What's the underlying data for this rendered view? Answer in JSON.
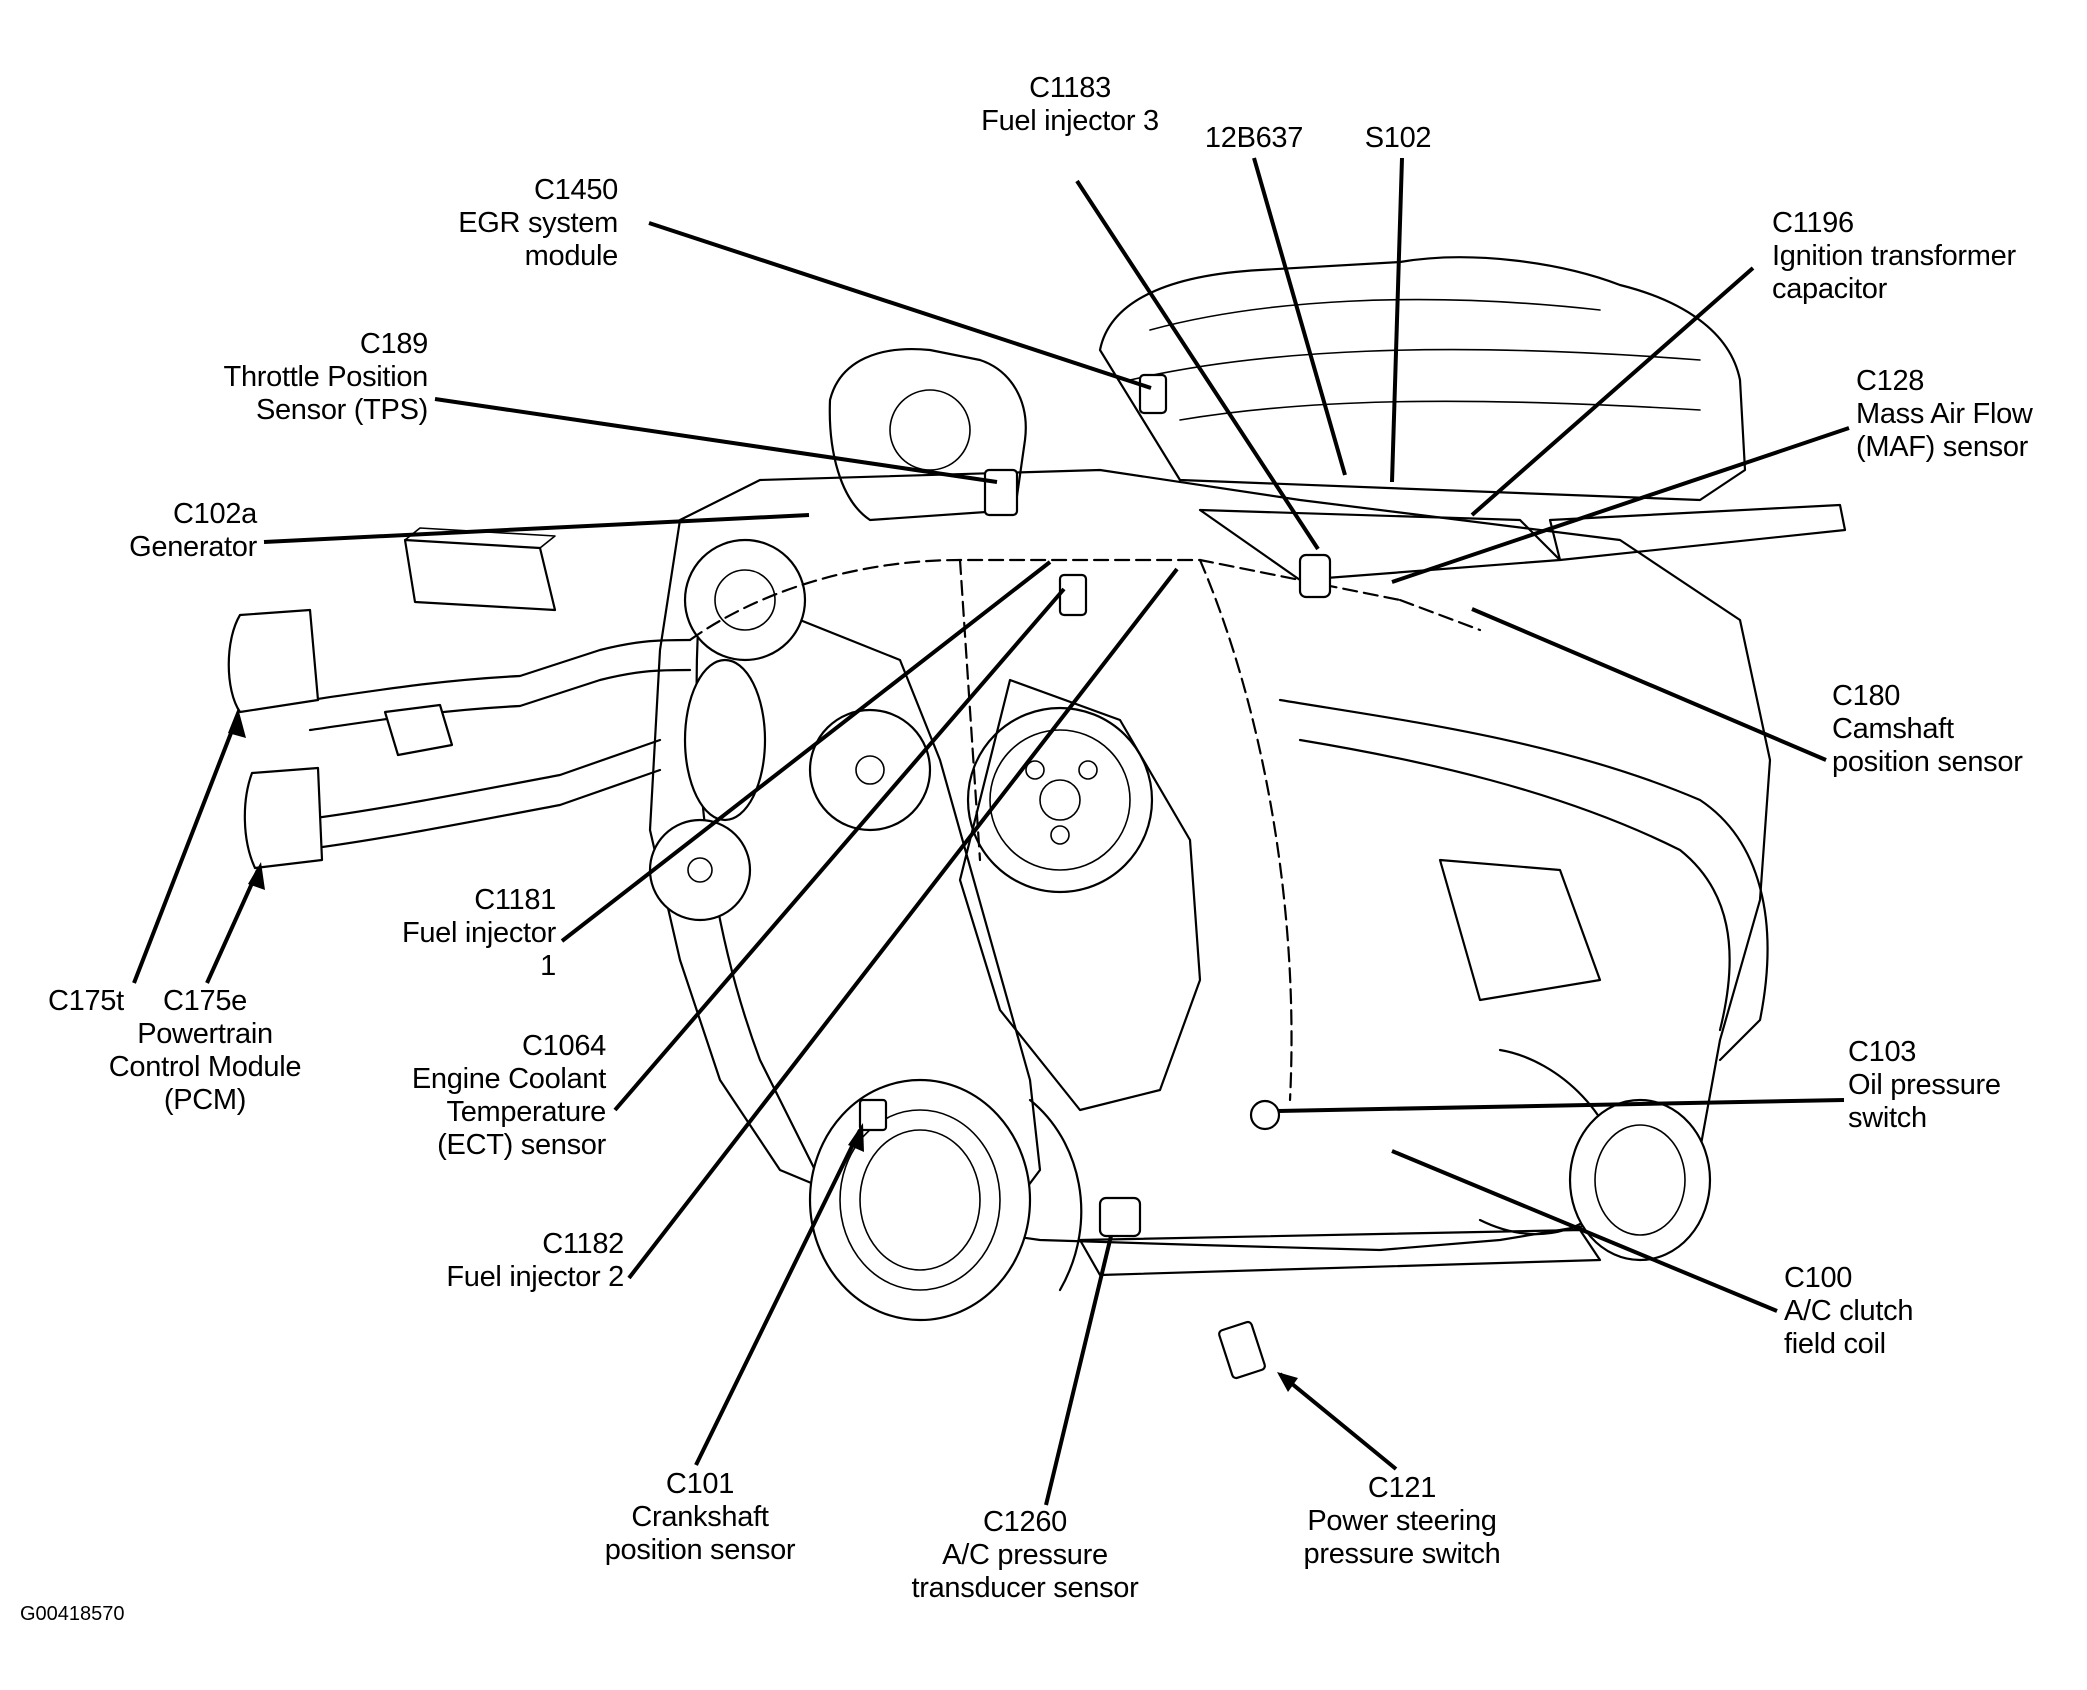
{
  "figure_id": "G00418570",
  "callouts": {
    "c1183": {
      "code": "C1183",
      "lines": [
        "Fuel injector 3"
      ]
    },
    "c12b637": {
      "code": "12B637",
      "lines": []
    },
    "s102": {
      "code": "S102",
      "lines": []
    },
    "c1450": {
      "code": "C1450",
      "lines": [
        "EGR system",
        "module"
      ]
    },
    "c1196": {
      "code": "C1196",
      "lines": [
        "Ignition transformer",
        "capacitor"
      ]
    },
    "c189": {
      "code": "C189",
      "lines": [
        "Throttle Position",
        "Sensor (TPS)"
      ]
    },
    "c128": {
      "code": "C128",
      "lines": [
        "Mass Air Flow",
        "(MAF) sensor"
      ]
    },
    "c102a": {
      "code": "C102a",
      "lines": [
        "Generator"
      ]
    },
    "c180": {
      "code": "C180",
      "lines": [
        "Camshaft",
        "position sensor"
      ]
    },
    "c1181": {
      "code": "C1181",
      "lines": [
        "Fuel injector",
        "1"
      ]
    },
    "c1064": {
      "code": "C1064",
      "lines": [
        "Engine Coolant",
        "Temperature",
        "(ECT) sensor"
      ]
    },
    "c1182": {
      "code": "C1182",
      "lines": [
        "Fuel injector 2"
      ]
    },
    "c175t": {
      "code": "C175t",
      "lines": []
    },
    "c175e": {
      "code": "C175e",
      "lines": [
        "Powertrain",
        "Control Module",
        "(PCM)"
      ]
    },
    "c101": {
      "code": "C101",
      "lines": [
        "Crankshaft",
        "position sensor"
      ]
    },
    "c1260": {
      "code": "C1260",
      "lines": [
        "A/C pressure",
        "transducer sensor"
      ]
    },
    "c121": {
      "code": "C121",
      "lines": [
        "Power steering",
        "pressure switch"
      ]
    },
    "c103": {
      "code": "C103",
      "lines": [
        "Oil pressure",
        "switch"
      ]
    },
    "c100": {
      "code": "C100",
      "lines": [
        "A/C clutch",
        "field coil"
      ]
    }
  }
}
